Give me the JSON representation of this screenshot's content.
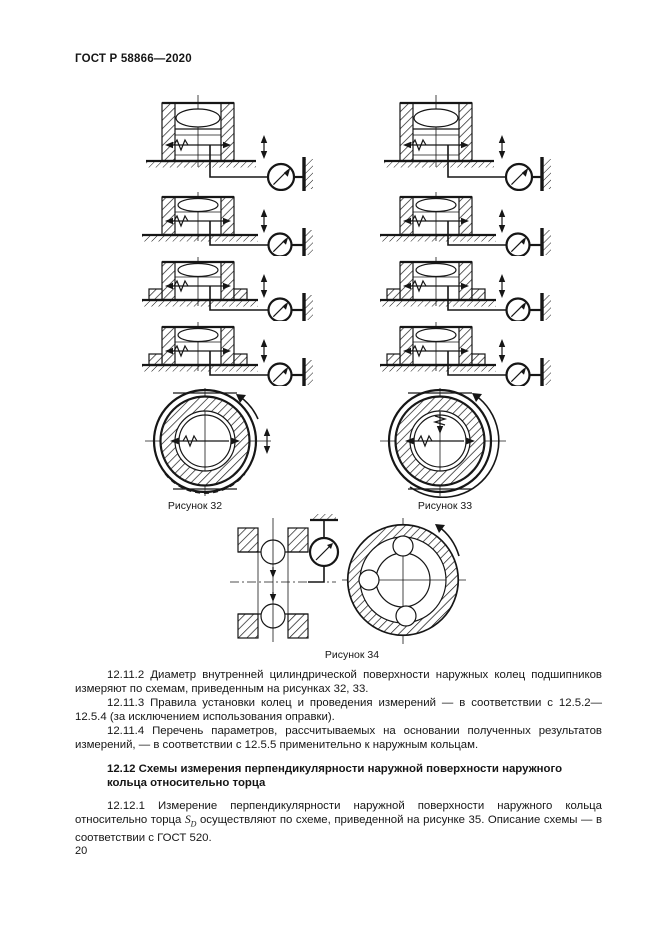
{
  "document": {
    "header": "ГОСТ Р 58866—2020",
    "page_number": "20"
  },
  "figures": {
    "fig32": {
      "caption": "Рисунок 32",
      "scheme_variants": [
        "tall",
        "short",
        "flanged",
        "flanged"
      ]
    },
    "fig33": {
      "caption": "Рисунок 33",
      "scheme_variants": [
        "tall",
        "short",
        "flanged",
        "flanged"
      ]
    },
    "fig34": {
      "caption": "Рисунок 34"
    }
  },
  "content": {
    "p_12_11_2": "12.11.2 Диаметр внутренней цилиндрической поверхности наружных колец подшипников измеряют по схемам, приведенным на рисунках 32, 33.",
    "p_12_11_3": "12.11.3 Правила установки колец и проведения измерений — в соответствии с 12.5.2—12.5.4 (за исключением использования оправки).",
    "p_12_11_4": "12.11.4 Перечень параметров, рассчитываемых на основании полученных результатов измерений, — в соответствии с 12.5.5 применительно к наружным кольцам.",
    "h_12_12": "12.12 Схемы измерения перпендикулярности наружной поверхности наружного кольца относительно торца",
    "p_12_12_1_before": "12.12.1 Измерение перпендикулярности наружной поверхности наружного кольца относительно торца ",
    "p_12_12_1_symbol": "S",
    "p_12_12_1_subscript": "D",
    "p_12_12_1_after": " осуществляют по схеме, приведенной на рисунке 35. Описание схемы — в соответствии с ГОСТ 520."
  }
}
